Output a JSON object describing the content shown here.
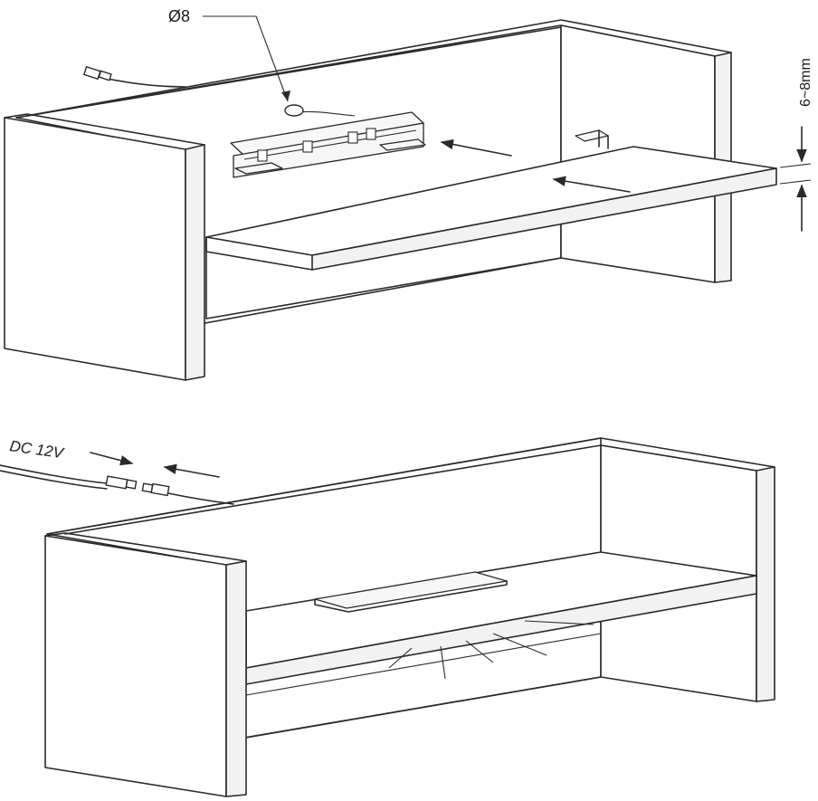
{
  "labels": {
    "hole_diameter": "Ø8",
    "thickness": "6~8mm",
    "power_supply": "DC 12V"
  }
}
